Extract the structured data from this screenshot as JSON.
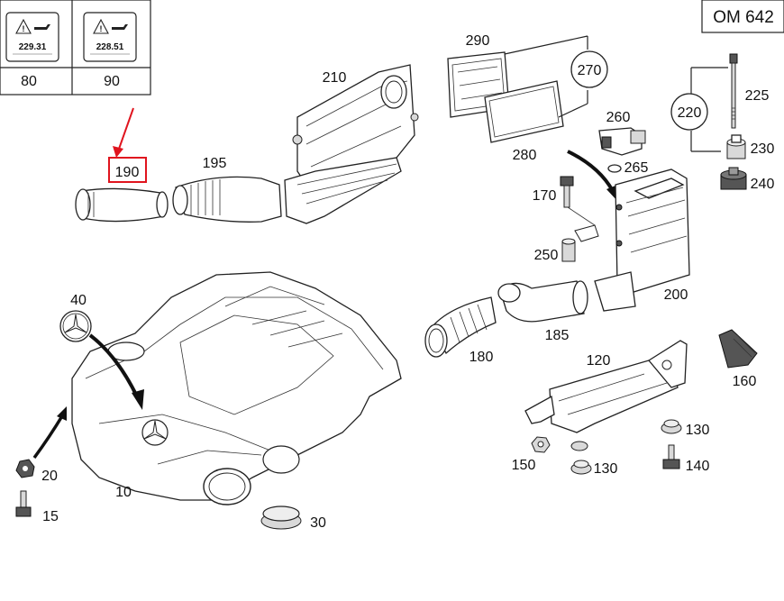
{
  "engine_code": "OM 642",
  "oil_specs": [
    {
      "spec": "229.31",
      "label": "80"
    },
    {
      "spec": "228.51",
      "label": "90"
    }
  ],
  "callouts": {
    "p10": "10",
    "p15": "15",
    "p20": "20",
    "p30": "30",
    "p40": "40",
    "p120": "120",
    "p130a": "130",
    "p130b": "130",
    "p140": "140",
    "p150": "150",
    "p160": "160",
    "p170": "170",
    "p180": "180",
    "p185": "185",
    "p190": "190",
    "p195": "195",
    "p200": "200",
    "p210": "210",
    "p220": "220",
    "p225": "225",
    "p230": "230",
    "p240": "240",
    "p250": "250",
    "p260": "260",
    "p265": "265",
    "p270": "270",
    "p280": "280",
    "p290": "290"
  },
  "highlight": {
    "target": "190",
    "color": "#e0141e"
  }
}
